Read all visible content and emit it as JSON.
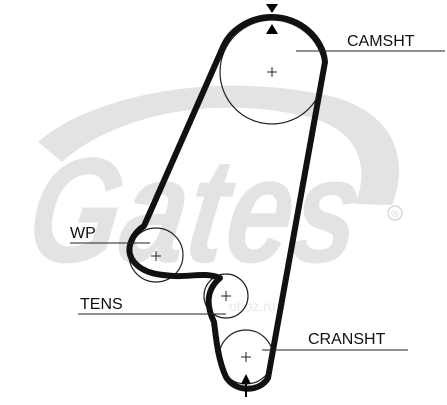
{
  "labels": {
    "camshaft": "CAMSHT",
    "water_pump": "WP",
    "tensioner": "TENS",
    "crankshaft": "CRANSHT"
  },
  "watermark": {
    "brand": "Gates",
    "registered_mark": "®",
    "site": "oboz.ru"
  },
  "colors": {
    "belt": "#111111",
    "pulley_outline": "#222222",
    "leader": "#222222",
    "label_text": "#111111",
    "watermark": "#e3e3e3"
  }
}
